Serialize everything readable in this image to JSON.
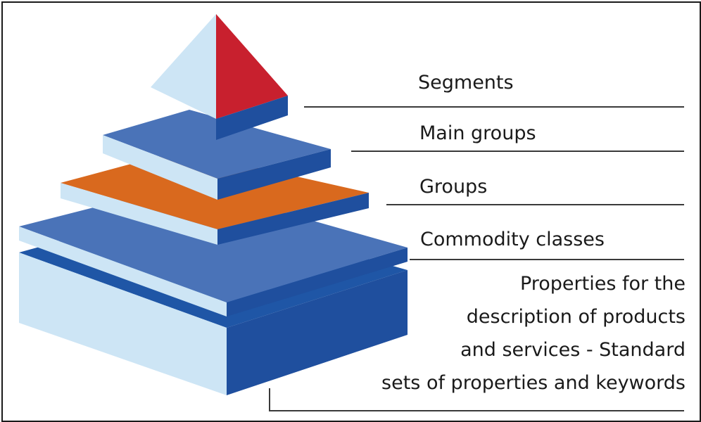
{
  "diagram": {
    "levels": [
      {
        "id": "segments",
        "label": "Segments",
        "color": "#c8202e"
      },
      {
        "id": "main-groups",
        "label": "Main groups",
        "color": "#4a73b8"
      },
      {
        "id": "groups",
        "label": "Groups",
        "color": "#d9691e"
      },
      {
        "id": "commodity-classes",
        "label": "Commodity classes",
        "color": "#4a73b8"
      },
      {
        "id": "properties",
        "label_lines": [
          "Properties for the",
          "description of products",
          "and services - Standard",
          "sets of properties and keywords"
        ],
        "color": "#1f56a6"
      }
    ],
    "colors": {
      "light_face": "#cde5f5",
      "dark_face": "#1f4f9e",
      "top_blue": "#4a73b8",
      "top_orange": "#d9691e",
      "apex_red": "#c8202e",
      "rule": "#3a3a3a"
    }
  }
}
